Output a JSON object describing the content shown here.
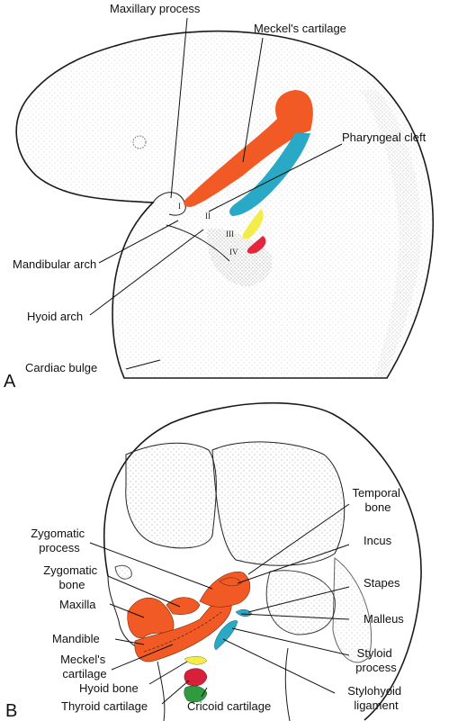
{
  "panels": {
    "a": "A",
    "b": "B"
  },
  "panel_a": {
    "roman": [
      "I",
      "II",
      "III",
      "IV"
    ],
    "labels": {
      "maxillary_process": "Maxillary process",
      "meckels_cartilage": "Meckel's cartilage",
      "pharyngeal_cleft": "Pharyngeal cleft",
      "mandibular_arch": "Mandibular arch",
      "hyoid_arch": "Hyoid arch",
      "cardiac_bulge": "Cardiac bulge"
    }
  },
  "panel_b": {
    "labels": {
      "temporal_bone": [
        "Temporal",
        "bone"
      ],
      "incus": "Incus",
      "stapes": "Stapes",
      "malleus": "Malleus",
      "styloid_process": [
        "Styloid",
        "process"
      ],
      "stylohyoid_ligament": [
        "Stylohyoid",
        "ligament"
      ],
      "zygomatic_process": [
        "Zygomatic",
        "process"
      ],
      "zygomatic_bone": [
        "Zygomatic",
        "bone"
      ],
      "maxilla": "Maxilla",
      "mandible": "Mandible",
      "meckels_cartilage": [
        "Meckel's",
        "cartilage"
      ],
      "hyoid_bone": "Hyoid bone",
      "thyroid_cartilage": "Thyroid cartilage",
      "cricoid_cartilage": "Cricoid cartilage"
    }
  },
  "colors": {
    "first_arch_orange": "#f15a24",
    "second_arch_blue": "#29a9c6",
    "third_arch_yellow": "#f4ec4a",
    "fourth_arch_red": "#e3263a",
    "laryngeal_green": "#2f9a3e",
    "thyroid_red": "#d8203a"
  }
}
